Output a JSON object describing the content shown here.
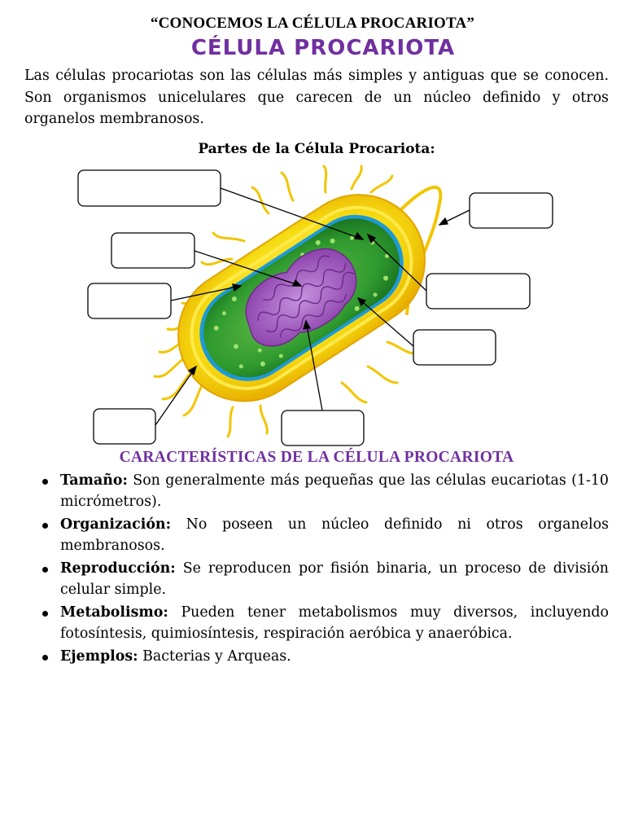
{
  "header": {
    "title": "“CONOCEMOS LA CÉLULA PROCARIOTA”",
    "main_title": "CÉLULA PROCARIOTA"
  },
  "intro": "Las células procariotas son las células más simples y antiguas que se conocen. Son organismos unicelulares que carecen de un núcleo definido y otros organelos membranosos.",
  "diagram": {
    "title": "Partes de la Célula Procariota:",
    "colors": {
      "capsule": "#f5d90a",
      "capsule_edge": "#e8a600",
      "membrane": "#1e9ad6",
      "cytoplasm": "#2e9e2e",
      "nucleoid": "#9b59b6",
      "label_box_border": "#000000"
    }
  },
  "characteristics": {
    "title": "CARACTERÍSTICAS DE LA CÉLULA PROCARIOTA",
    "items": [
      {
        "term": "Tamaño:",
        "text": " Son generalmente más pequeñas que las células eucariotas (1-10 micrómetros)."
      },
      {
        "term": "Organización:",
        "text": " No poseen un núcleo definido ni otros organelos membranosos."
      },
      {
        "term": "Reproducción:",
        "text": " Se reproducen por fisión binaria, un proceso de división celular simple."
      },
      {
        "term": "Metabolismo:",
        "text": " Pueden tener metabolismos muy diversos, incluyendo fotosíntesis, quimiosíntesis, respiración aeróbica y anaeróbica."
      },
      {
        "term": "Ejemplos:",
        "text": " Bacterias y Arqueas."
      }
    ]
  }
}
